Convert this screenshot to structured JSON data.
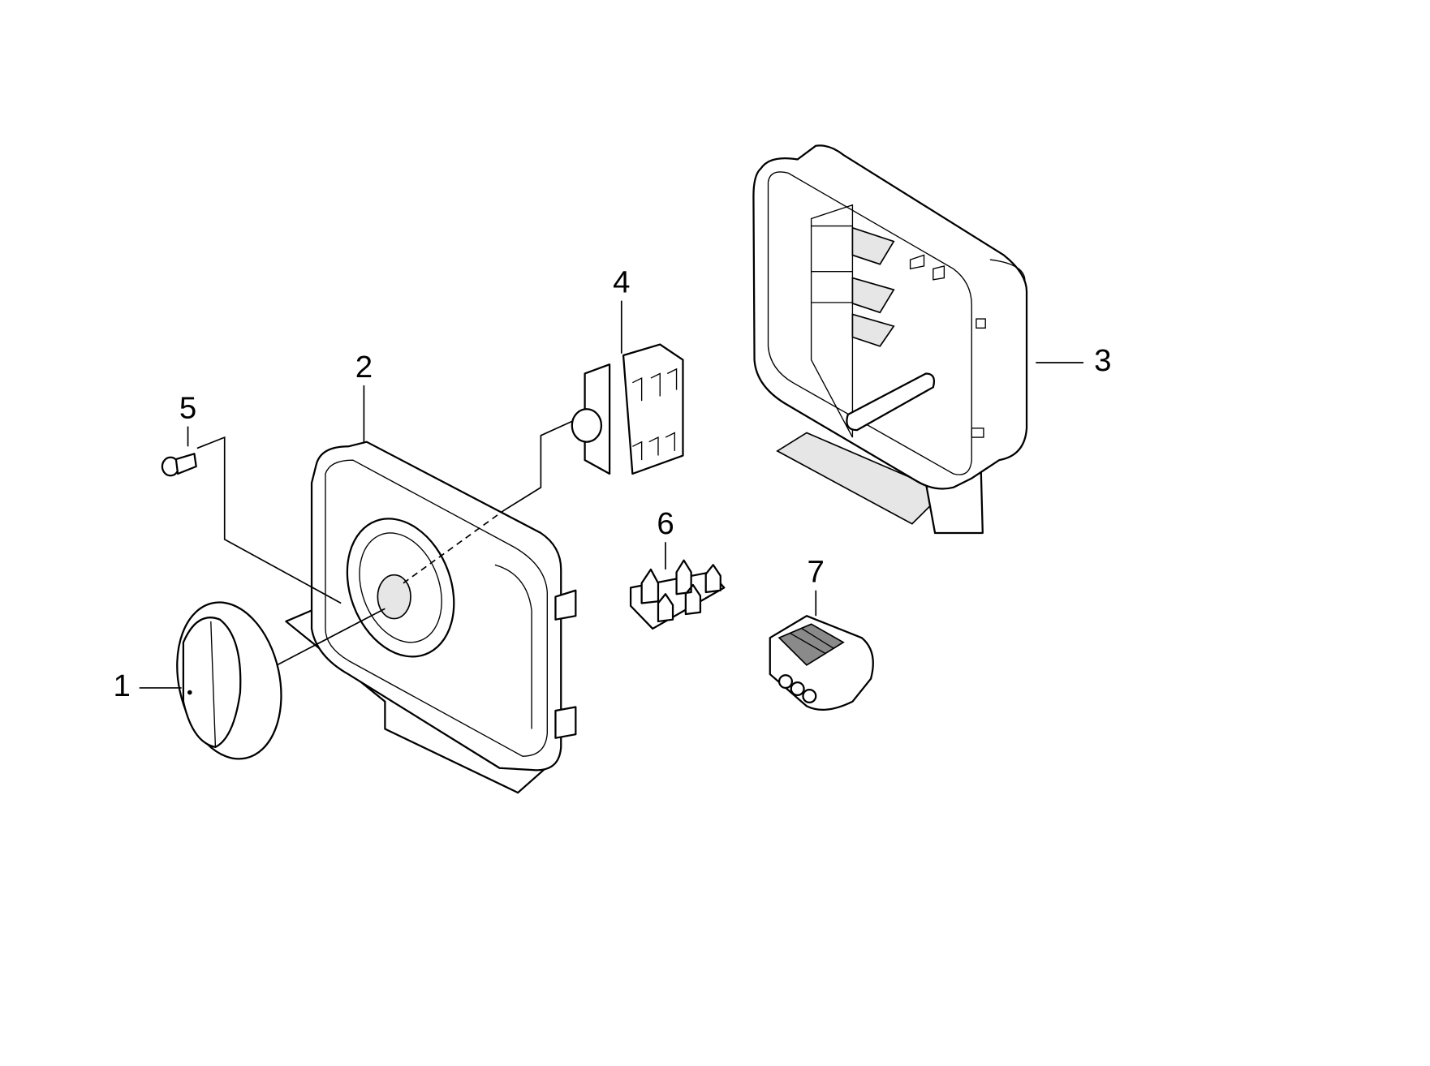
{
  "diagram": {
    "type": "exploded-parts-view",
    "callouts": [
      {
        "number": "1",
        "part": "knob"
      },
      {
        "number": "2",
        "part": "front-cover"
      },
      {
        "number": "3",
        "part": "housing-box"
      },
      {
        "number": "4",
        "part": "rotary-switch"
      },
      {
        "number": "5",
        "part": "screw"
      },
      {
        "number": "6",
        "part": "terminal-bridge"
      },
      {
        "number": "7",
        "part": "lever-connector"
      }
    ]
  }
}
